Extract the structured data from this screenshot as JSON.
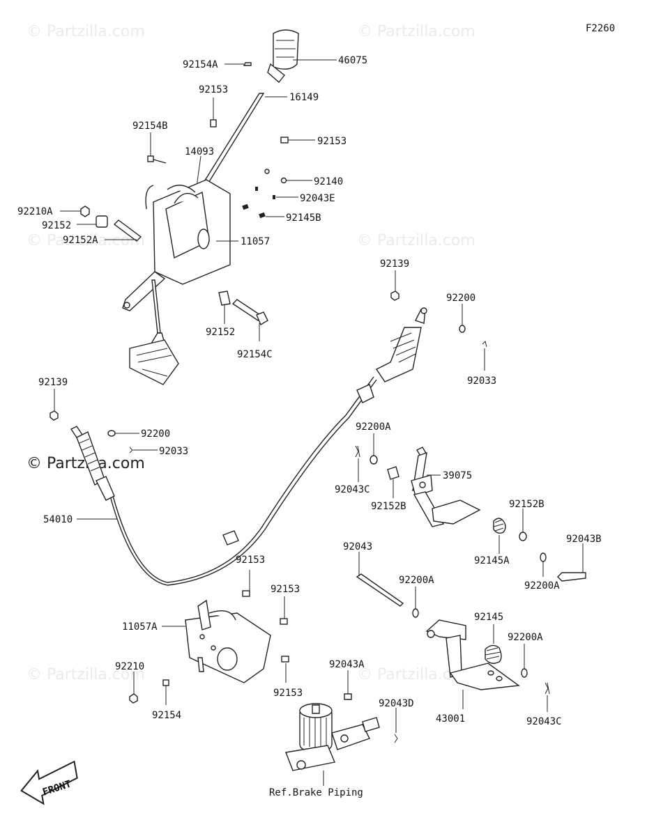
{
  "diagram_code": "F2260",
  "watermark": "© Partzilla.com",
  "reference_note": "Ref.Brake Piping",
  "front_label": "FRONT",
  "parts": {
    "p46075": "46075",
    "p92154A": "92154A",
    "p16149": "16149",
    "p92153_a": "92153",
    "p92154B": "92154B",
    "p92153_b": "92153",
    "p14093": "14093",
    "p92140": "92140",
    "p92043E": "92043E",
    "p92210A": "92210A",
    "p92145B": "92145B",
    "p92152": "92152",
    "p92152A": "92152A",
    "p11057": "11057",
    "p92139_a": "92139",
    "p92200_a": "92200",
    "p92152_b": "92152",
    "p92154C": "92154C",
    "p92033_a": "92033",
    "p92139_b": "92139",
    "p92200_b": "92200",
    "p92033_b": "92033",
    "p92200A_a": "92200A",
    "p92043C_a": "92043C",
    "p39075": "39075",
    "p92152B_a": "92152B",
    "p54010": "54010",
    "p92152B_b": "92152B",
    "p92145A": "92145A",
    "p92043B": "92043B",
    "p92200A_b": "92200A",
    "p92043": "92043",
    "p92153_c": "92153",
    "p92200A_c": "92200A",
    "p92153_d": "92153",
    "p11057A": "11057A",
    "p92145": "92145",
    "p92200A_d": "92200A",
    "p92210": "92210",
    "p92043A": "92043A",
    "p92153_e": "92153",
    "p92154": "92154",
    "p92043D": "92043D",
    "p43001": "43001",
    "p92043C_b": "92043C"
  }
}
